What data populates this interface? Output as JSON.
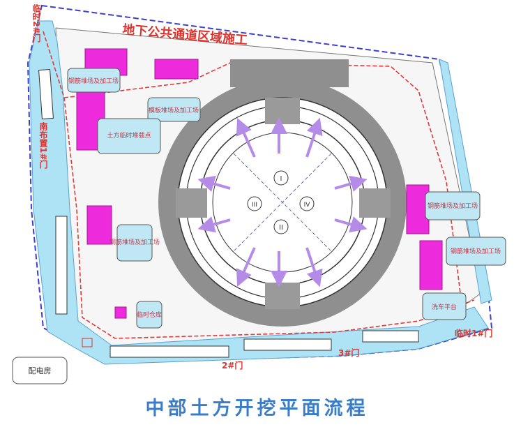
{
  "title_top": "地下公共通道区域施工",
  "caption": "中部土方开挖平面流程",
  "gates": {
    "temp_2": "临时2#门",
    "temp_1": "临时1#门",
    "gate_2": "2#门",
    "gate_3": "3#门",
    "gate_1_side": "南布置1#门"
  },
  "callouts": {
    "rebar_top_left": "钢筋堆场及加工场",
    "template_top": "模板堆场及加工场",
    "earth_loading": "土方临时堆载点",
    "rebar_mid_left": "钢筋堆场及加工场",
    "temp_storage": "临时仓库",
    "rebar_right_upper": "钢筋堆场及加工场",
    "rebar_right_lower": "钢筋堆场及加工场",
    "washing": "洗车平台",
    "power_room": "配电房"
  },
  "zones": [
    "I",
    "II",
    "III",
    "IV"
  ],
  "colors": {
    "road": "#aee3f5",
    "ring": "#8f8f8f",
    "storage": "#ee2bdc",
    "red_line": "#e03a3a",
    "arrow": "#b48ce8",
    "caption": "#3a7cc7"
  }
}
